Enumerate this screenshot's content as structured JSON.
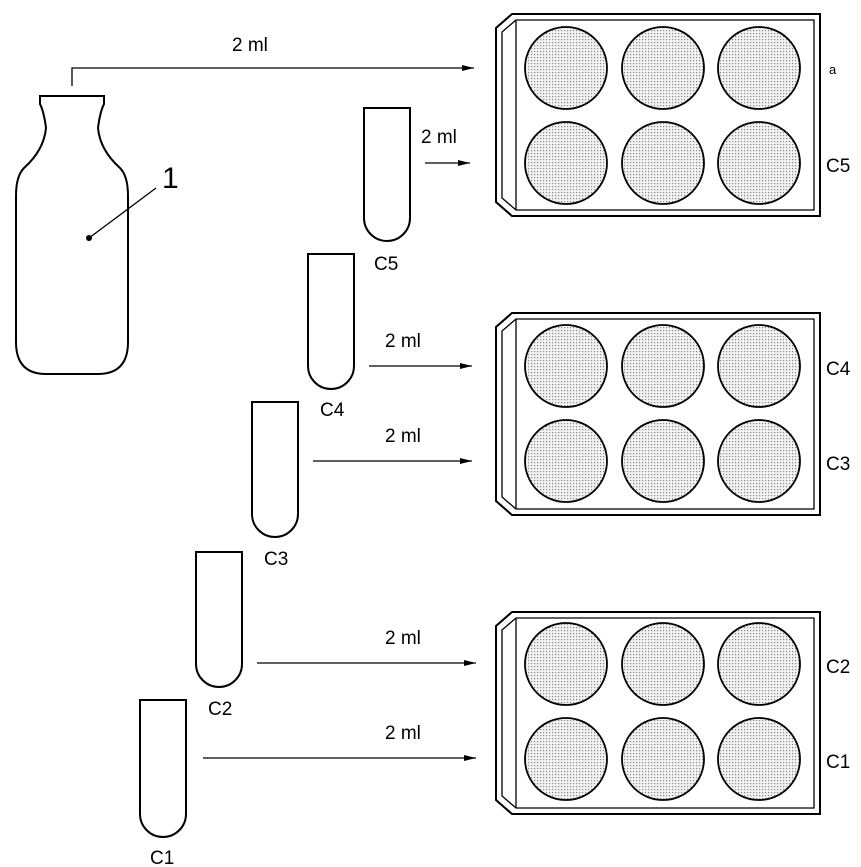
{
  "figure": {
    "bottle_label": "1",
    "corner_label": "a",
    "transfers": [
      {
        "volume": "2 ml",
        "from": "bottle"
      },
      {
        "volume": "2 ml",
        "from": "C5"
      },
      {
        "volume": "2 ml",
        "from": "C4"
      },
      {
        "volume": "2 ml",
        "from": "C3"
      },
      {
        "volume": "2 ml",
        "from": "C2"
      },
      {
        "volume": "2 ml",
        "from": "C1"
      }
    ],
    "tubes": [
      {
        "label": "C5"
      },
      {
        "label": "C4"
      },
      {
        "label": "C3"
      },
      {
        "label": "C2"
      },
      {
        "label": "C1"
      }
    ],
    "plates": [
      {
        "rows": [
          "",
          "C5"
        ]
      },
      {
        "rows": [
          "C4",
          "C3"
        ]
      },
      {
        "rows": [
          "C2",
          "C1"
        ]
      }
    ]
  }
}
